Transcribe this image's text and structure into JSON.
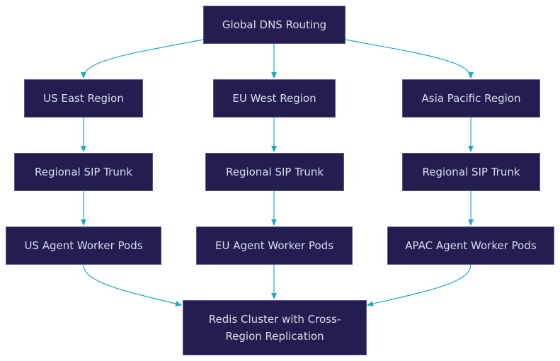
{
  "nodes": {
    "global_dns": "Global DNS Routing",
    "us_east": "US East Region",
    "eu_west": "EU West Region",
    "asia_pacific": "Asia Pacific Region",
    "us_sip": "Regional SIP Trunk",
    "eu_sip": "Regional SIP Trunk",
    "apac_sip": "Regional SIP Trunk",
    "us_pods": "US Agent Worker Pods",
    "eu_pods": "EU Agent Worker Pods",
    "apac_pods": "APAC Agent Worker Pods",
    "redis": "Redis Cluster with Cross-\nRegion Replication"
  },
  "colors": {
    "node_fill": "#231e4f",
    "node_border": "#5a5496",
    "node_text": "#dcdcf0",
    "edge": "#1aa9c7"
  }
}
